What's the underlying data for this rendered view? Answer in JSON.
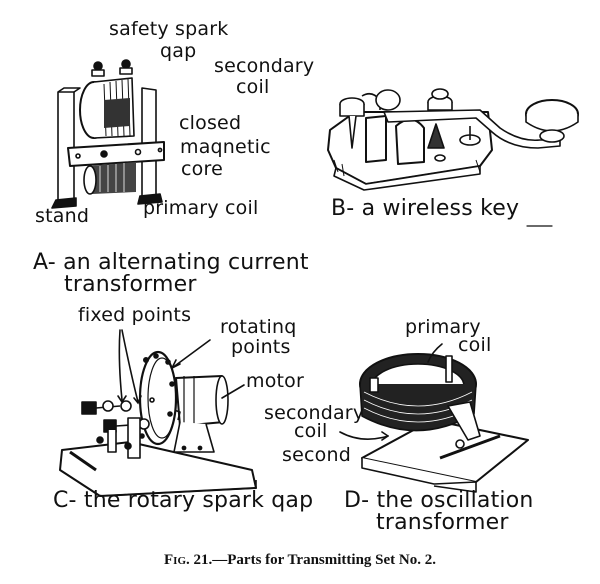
{
  "figure": {
    "number": "21",
    "caption_prefix": "Fig. 21.",
    "caption_text": "—Parts for Transmitting Set No. 2.",
    "caption_full": "Fig. 21.—Parts for Transmitting Set No. 2."
  },
  "panels": {
    "a": {
      "title_line1": "A- an alternating current",
      "title_line2": "transformer",
      "labels": {
        "spark_gap_1": "safety spark",
        "spark_gap_2": "qap",
        "secondary_1": "secondary",
        "secondary_2": "coil",
        "core_1": "closed",
        "core_2": "maqnetic",
        "core_3": "core",
        "stand": "stand",
        "primary": "primary coil"
      }
    },
    "b": {
      "title": "B- a wireless key"
    },
    "c": {
      "title": "C- the rotary spark qap",
      "labels": {
        "fixed": "fixed points",
        "rotating_1": "rotatinq",
        "rotating_2": "points",
        "motor": "motor"
      }
    },
    "d": {
      "title_line1": "D- the oscillation",
      "title_line2": "transformer",
      "labels": {
        "primary_1": "primary",
        "primary_2": "coil",
        "secondary_1": "secondary",
        "secondary_2": "coil",
        "second": "second"
      }
    }
  },
  "colors": {
    "ink": "#111111",
    "paper": "#ffffff"
  }
}
